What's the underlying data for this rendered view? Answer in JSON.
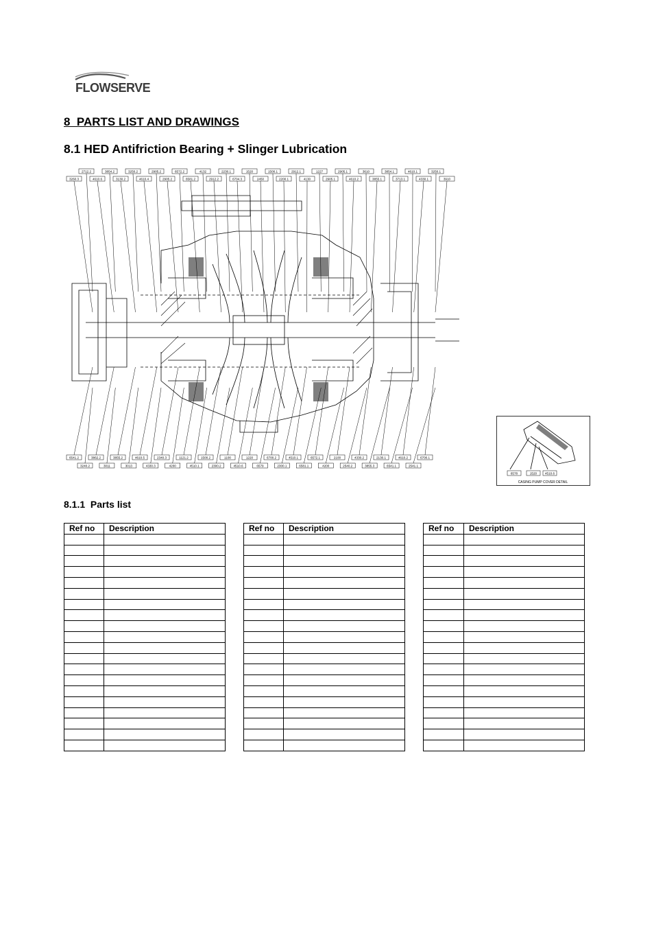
{
  "logo": {
    "text": "FLOWSERVE",
    "icon": "flowserve-wave-logo"
  },
  "heading": {
    "section": "8  PARTS LIST AND DRAWINGS",
    "subsection": "8.1 HED Antifriction Bearing + Slinger Lubrication"
  },
  "drawing": {
    "top_labels_row1": [
      "2712.2",
      "3854.2",
      "3250.2",
      "2905.2",
      "6572.2",
      "4132",
      "2230.1",
      "1520",
      "1500.1",
      "2912.1",
      "1227",
      "2905.1",
      "3610",
      "3854.1",
      "4610.1",
      "3250.1"
    ],
    "top_labels_row2": [
      "3260.3",
      "4610.6",
      "3130.2",
      "4610.4",
      "2905.2",
      "6581.2",
      "2912.2",
      "6704.3",
      "2450",
      "2200.1",
      "4130",
      "2905.1",
      "4610.2",
      "3855.1",
      "3713.1",
      "4330.1",
      "3910"
    ],
    "bottom_labels_row1": [
      "6541.2",
      "3862.2",
      "3855.2",
      "4610.5",
      "2340.3",
      "1121.2",
      "1500.2",
      "1100",
      "1220",
      "6700.2",
      "4510.1",
      "6572.1",
      "2100",
      "4330.2",
      "2130.1",
      "4610.2",
      "6700.1"
    ],
    "bottom_labels_row2": [
      "3240.2",
      "3011",
      "3013",
      "4330.3",
      "4200",
      "4510.1",
      "2300.2",
      "4510.6",
      "6579",
      "2300.1",
      "6581.1",
      "4200",
      "2540.2",
      "3855.3",
      "6541.1",
      "2541.1"
    ]
  },
  "detail": {
    "labels": [
      "6578",
      "1520",
      "4510.6"
    ],
    "caption": "CASING PUMP COVER DETAIL"
  },
  "parts_list": {
    "heading": "8.1.1  Parts list",
    "col_ref": "Ref no",
    "col_desc": "Description",
    "rows_per_table": 20
  }
}
